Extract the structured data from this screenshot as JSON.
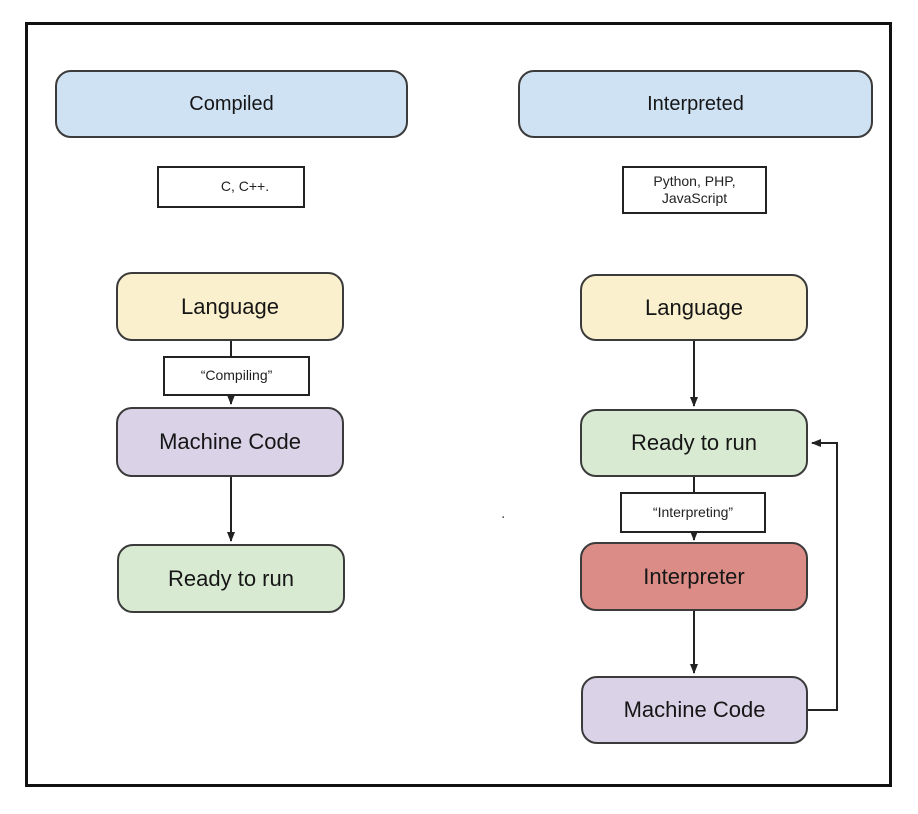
{
  "diagram": {
    "title_semantics": "compiled-vs-interpreted-flowchart",
    "stray_mark": ".",
    "colors": {
      "header_bg": "#cfe2f3",
      "language_bg": "#faf0cd",
      "machine_code_bg": "#dad3e8",
      "ready_bg": "#d9ead3",
      "interpreter_bg": "#dc8c86",
      "label_bg": "#ffffff",
      "line": "#222222"
    },
    "compiled": {
      "header": "Compiled",
      "examples": "C, C++.",
      "process_label": "“Compiling”",
      "nodes": {
        "language": {
          "label": "Language",
          "color": "#faf0cd"
        },
        "machine_code": {
          "label": "Machine Code",
          "color": "#dad3e8"
        },
        "ready": {
          "label": "Ready to run",
          "color": "#d9ead3"
        }
      }
    },
    "interpreted": {
      "header": "Interpreted",
      "examples": "Python, PHP,\nJavaScript",
      "process_label": "“Interpreting”",
      "nodes": {
        "language": {
          "label": "Language",
          "color": "#faf0cd"
        },
        "ready": {
          "label": "Ready to run",
          "color": "#d9ead3"
        },
        "interpreter": {
          "label": "Interpreter",
          "color": "#dc8c86"
        },
        "machine_code": {
          "label": "Machine Code",
          "color": "#dad3e8"
        }
      }
    }
  }
}
